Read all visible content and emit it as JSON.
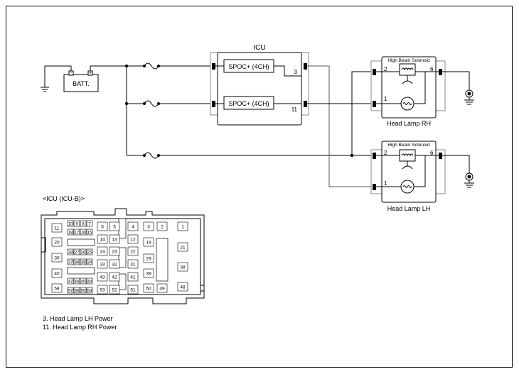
{
  "battery": {
    "label": "BATT.",
    "minus": "-",
    "plus": "+"
  },
  "icu": {
    "title": "ICU",
    "channels": [
      {
        "label": "SPOC+ (4CH)",
        "pin": "3"
      },
      {
        "label": "SPOC+ (4CH)",
        "pin": "11"
      }
    ]
  },
  "lamps": [
    {
      "name": "Head Lamp RH",
      "solenoid": "High Beam Solenoid",
      "pin_a": "2",
      "pin_b": "1",
      "pin_c": "6"
    },
    {
      "name": "Head Lamp LH",
      "solenoid": "High Beam Solenoid",
      "pin_a": "2",
      "pin_b": "1",
      "pin_c": "6"
    }
  ],
  "connector": {
    "title": "<ICU (ICU-B)>",
    "pins": [
      "11",
      "10",
      "9",
      "8",
      "7",
      "6",
      "5",
      "4",
      "3",
      "2",
      "1",
      "18",
      "17",
      "16",
      "15",
      "14",
      "13",
      "12",
      "20",
      "19",
      "21",
      "28",
      "27",
      "26",
      "25",
      "24",
      "23",
      "22",
      "30",
      "29",
      "37",
      "36",
      "35",
      "34",
      "33",
      "32",
      "31",
      "38",
      "40",
      "43",
      "42",
      "41",
      "39",
      "47",
      "46",
      "45",
      "44",
      "58",
      "57",
      "56",
      "55",
      "54",
      "53",
      "52",
      "51",
      "50",
      "49",
      "48"
    ]
  },
  "legend": [
    "3. Head Lamp LH Power",
    "11. Head Lamp RH Power"
  ]
}
